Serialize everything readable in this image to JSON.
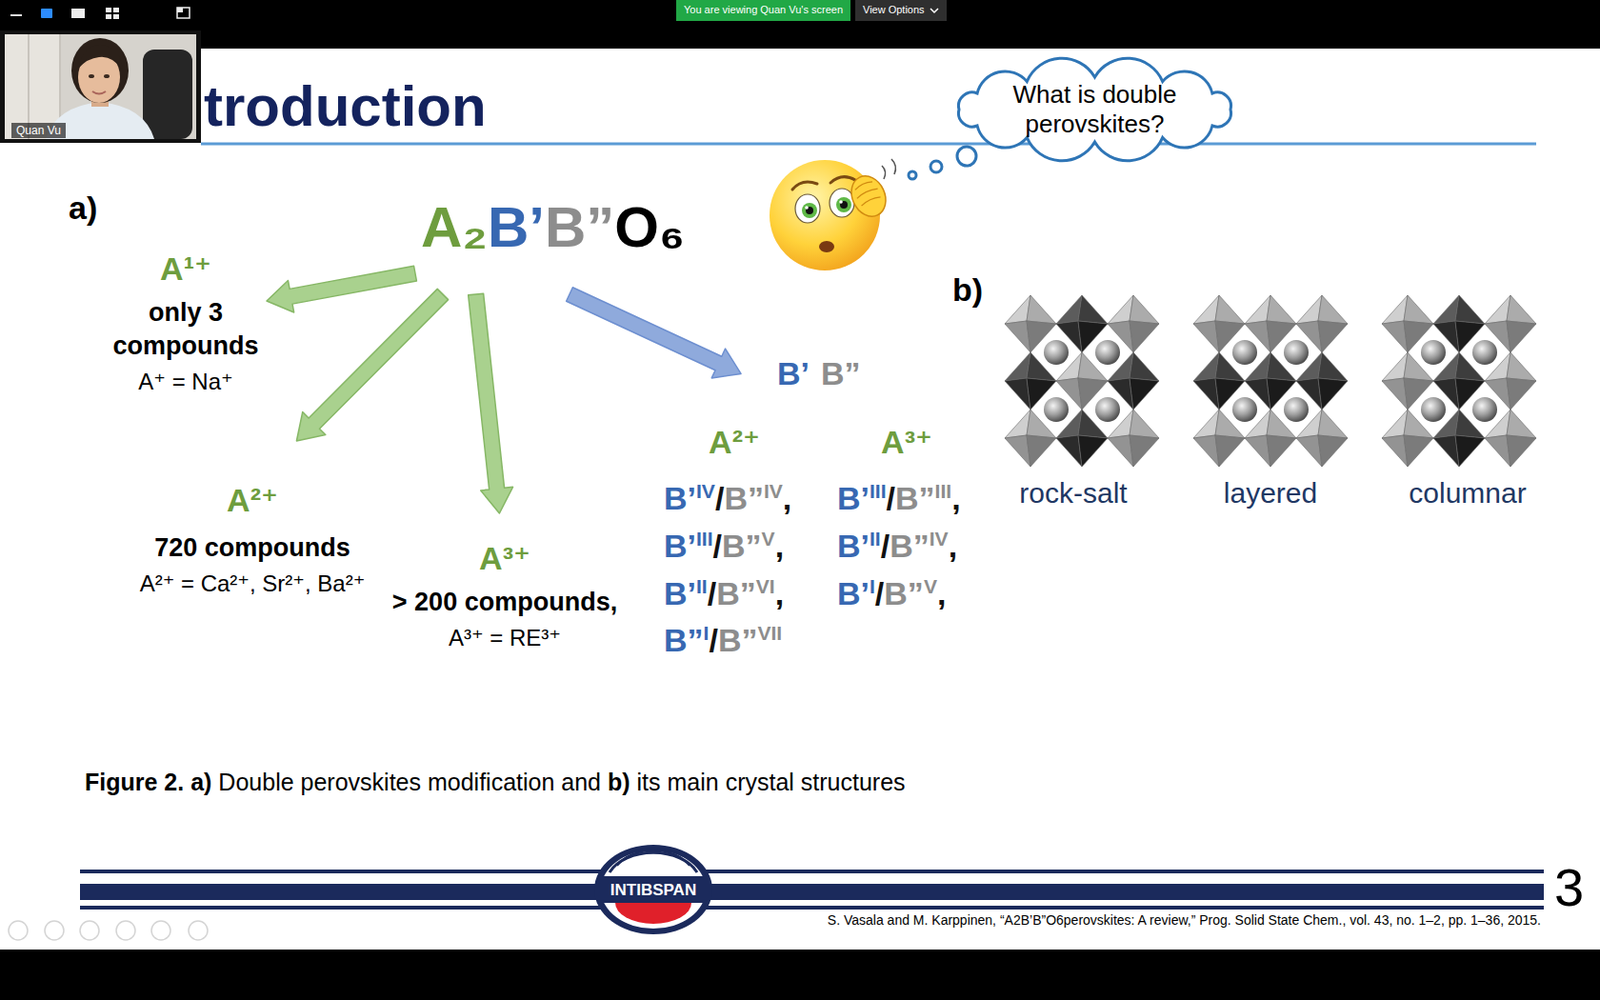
{
  "diagram": {
    "title": "troduction",
    "caption": "Figure 2. a) Double perovskites modification and b) its main crystal structures",
    "nodes": [
      {
        "text": [
          "You are viewing Quan Vu's screen"
        ]
      },
      {
        "text": [
          "View Options"
        ]
      },
      {
        "text": [
          "What is double perovskites?"
        ]
      },
      {
        "text": [
          "A₂",
          "B’",
          "B”",
          "O₆"
        ]
      },
      {
        "text": [
          "A¹⁺",
          "only 3 compounds",
          "A⁺ = Na⁺"
        ]
      },
      {
        "text": [
          "B’",
          "B”"
        ]
      },
      {
        "text": [
          "A²⁺",
          "720 compounds",
          "A²⁺ = Ca²⁺, Sr²⁺, Ba²⁺"
        ]
      },
      {
        "text": [
          "A³⁺",
          "> 200 compounds,",
          "A³⁺ = RE³⁺"
        ]
      },
      {
        "text": [
          "INTIBSPAN"
        ]
      }
    ],
    "edges": [
      {
        "from": 3,
        "to": 4,
        "arrow": "to"
      },
      {
        "from": 3,
        "to": 6,
        "arrow": "to"
      },
      {
        "from": 3,
        "to": 7,
        "arrow": "to"
      },
      {
        "from": 3,
        "to": 5,
        "arrow": "to"
      }
    ],
    "labels": [
      "Quan Vu",
      "a)",
      "b)",
      "A²⁺",
      "B’IV/B”IV,",
      "B’III/B”V,",
      "B’II/B”VI,",
      "B”I/B”VII",
      "A³⁺",
      "B’III/B”III,",
      "B’II/B”IV,",
      "B’I/B”V,",
      "rock-salt",
      "layered",
      "columnar",
      "3",
      "S. Vasala and M. Karppinen, “A2B’B”O6perovskites: A review,” Prog. Solid State Chem., vol. 43, no. 1–2, pp. 1–36, 2015."
    ]
  }
}
